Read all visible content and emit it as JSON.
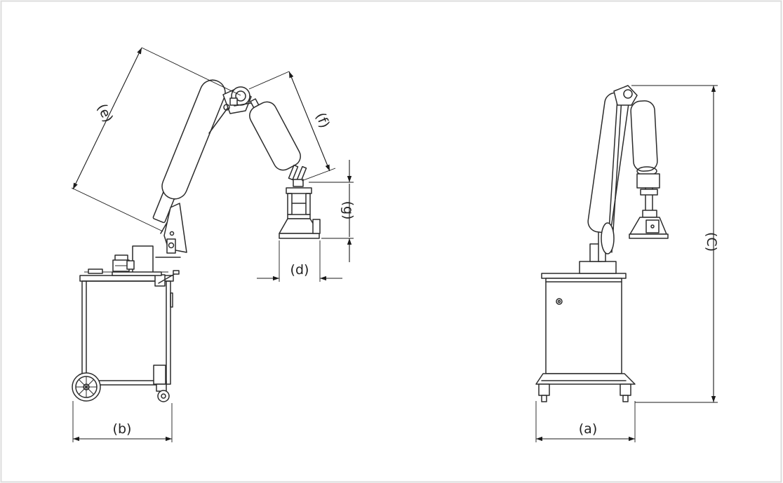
{
  "labels": {
    "a": "(a)",
    "b": "(b)",
    "c": "(C)",
    "d": "(d)",
    "e": "(e)",
    "f": "(f)",
    "g": "(g)"
  },
  "colors": {
    "line": "#2b2b2b",
    "frame": "#dcdcdc",
    "background": "#ffffff"
  }
}
